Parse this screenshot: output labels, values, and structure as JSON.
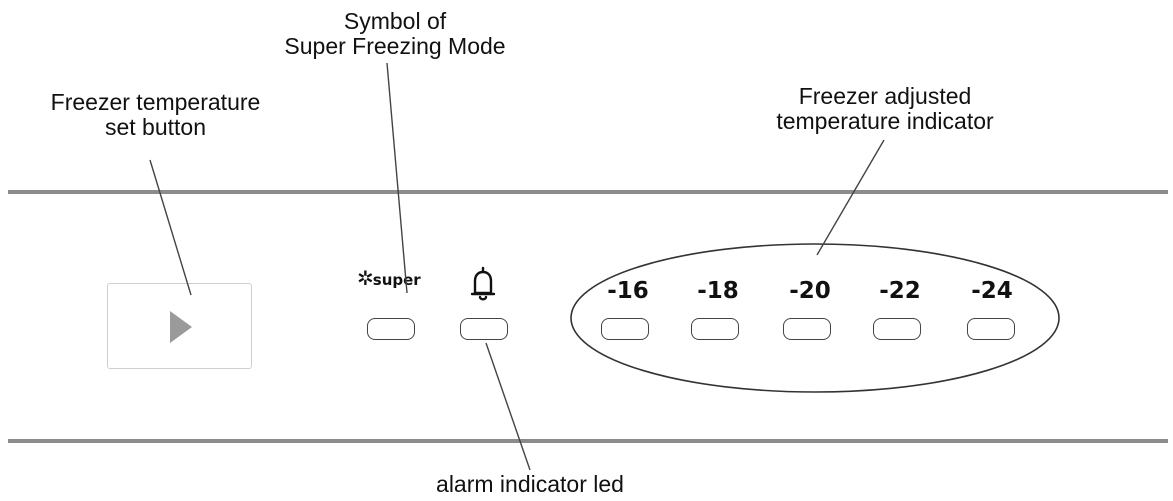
{
  "callouts": {
    "symbol_super": "Symbol of\nSuper Freezing Mode",
    "set_button": "Freezer temperature\nset button",
    "adjusted_indicator": "Freezer adjusted\ntemperature  indicator",
    "alarm_led": "alarm indicator led"
  },
  "control_panel": {
    "super_symbol": {
      "icon": "snowflake-icon",
      "label": "super"
    },
    "alarm_icon": "bell-icon",
    "set_button_icon": "play-triangle-icon",
    "temperatures": [
      "-16",
      "-18",
      "-20",
      "-22",
      "-24"
    ]
  },
  "colors": {
    "panel_line": "#8c8c8c",
    "button_border": "#cfcfcf",
    "play_icon": "#9a9a9a"
  }
}
